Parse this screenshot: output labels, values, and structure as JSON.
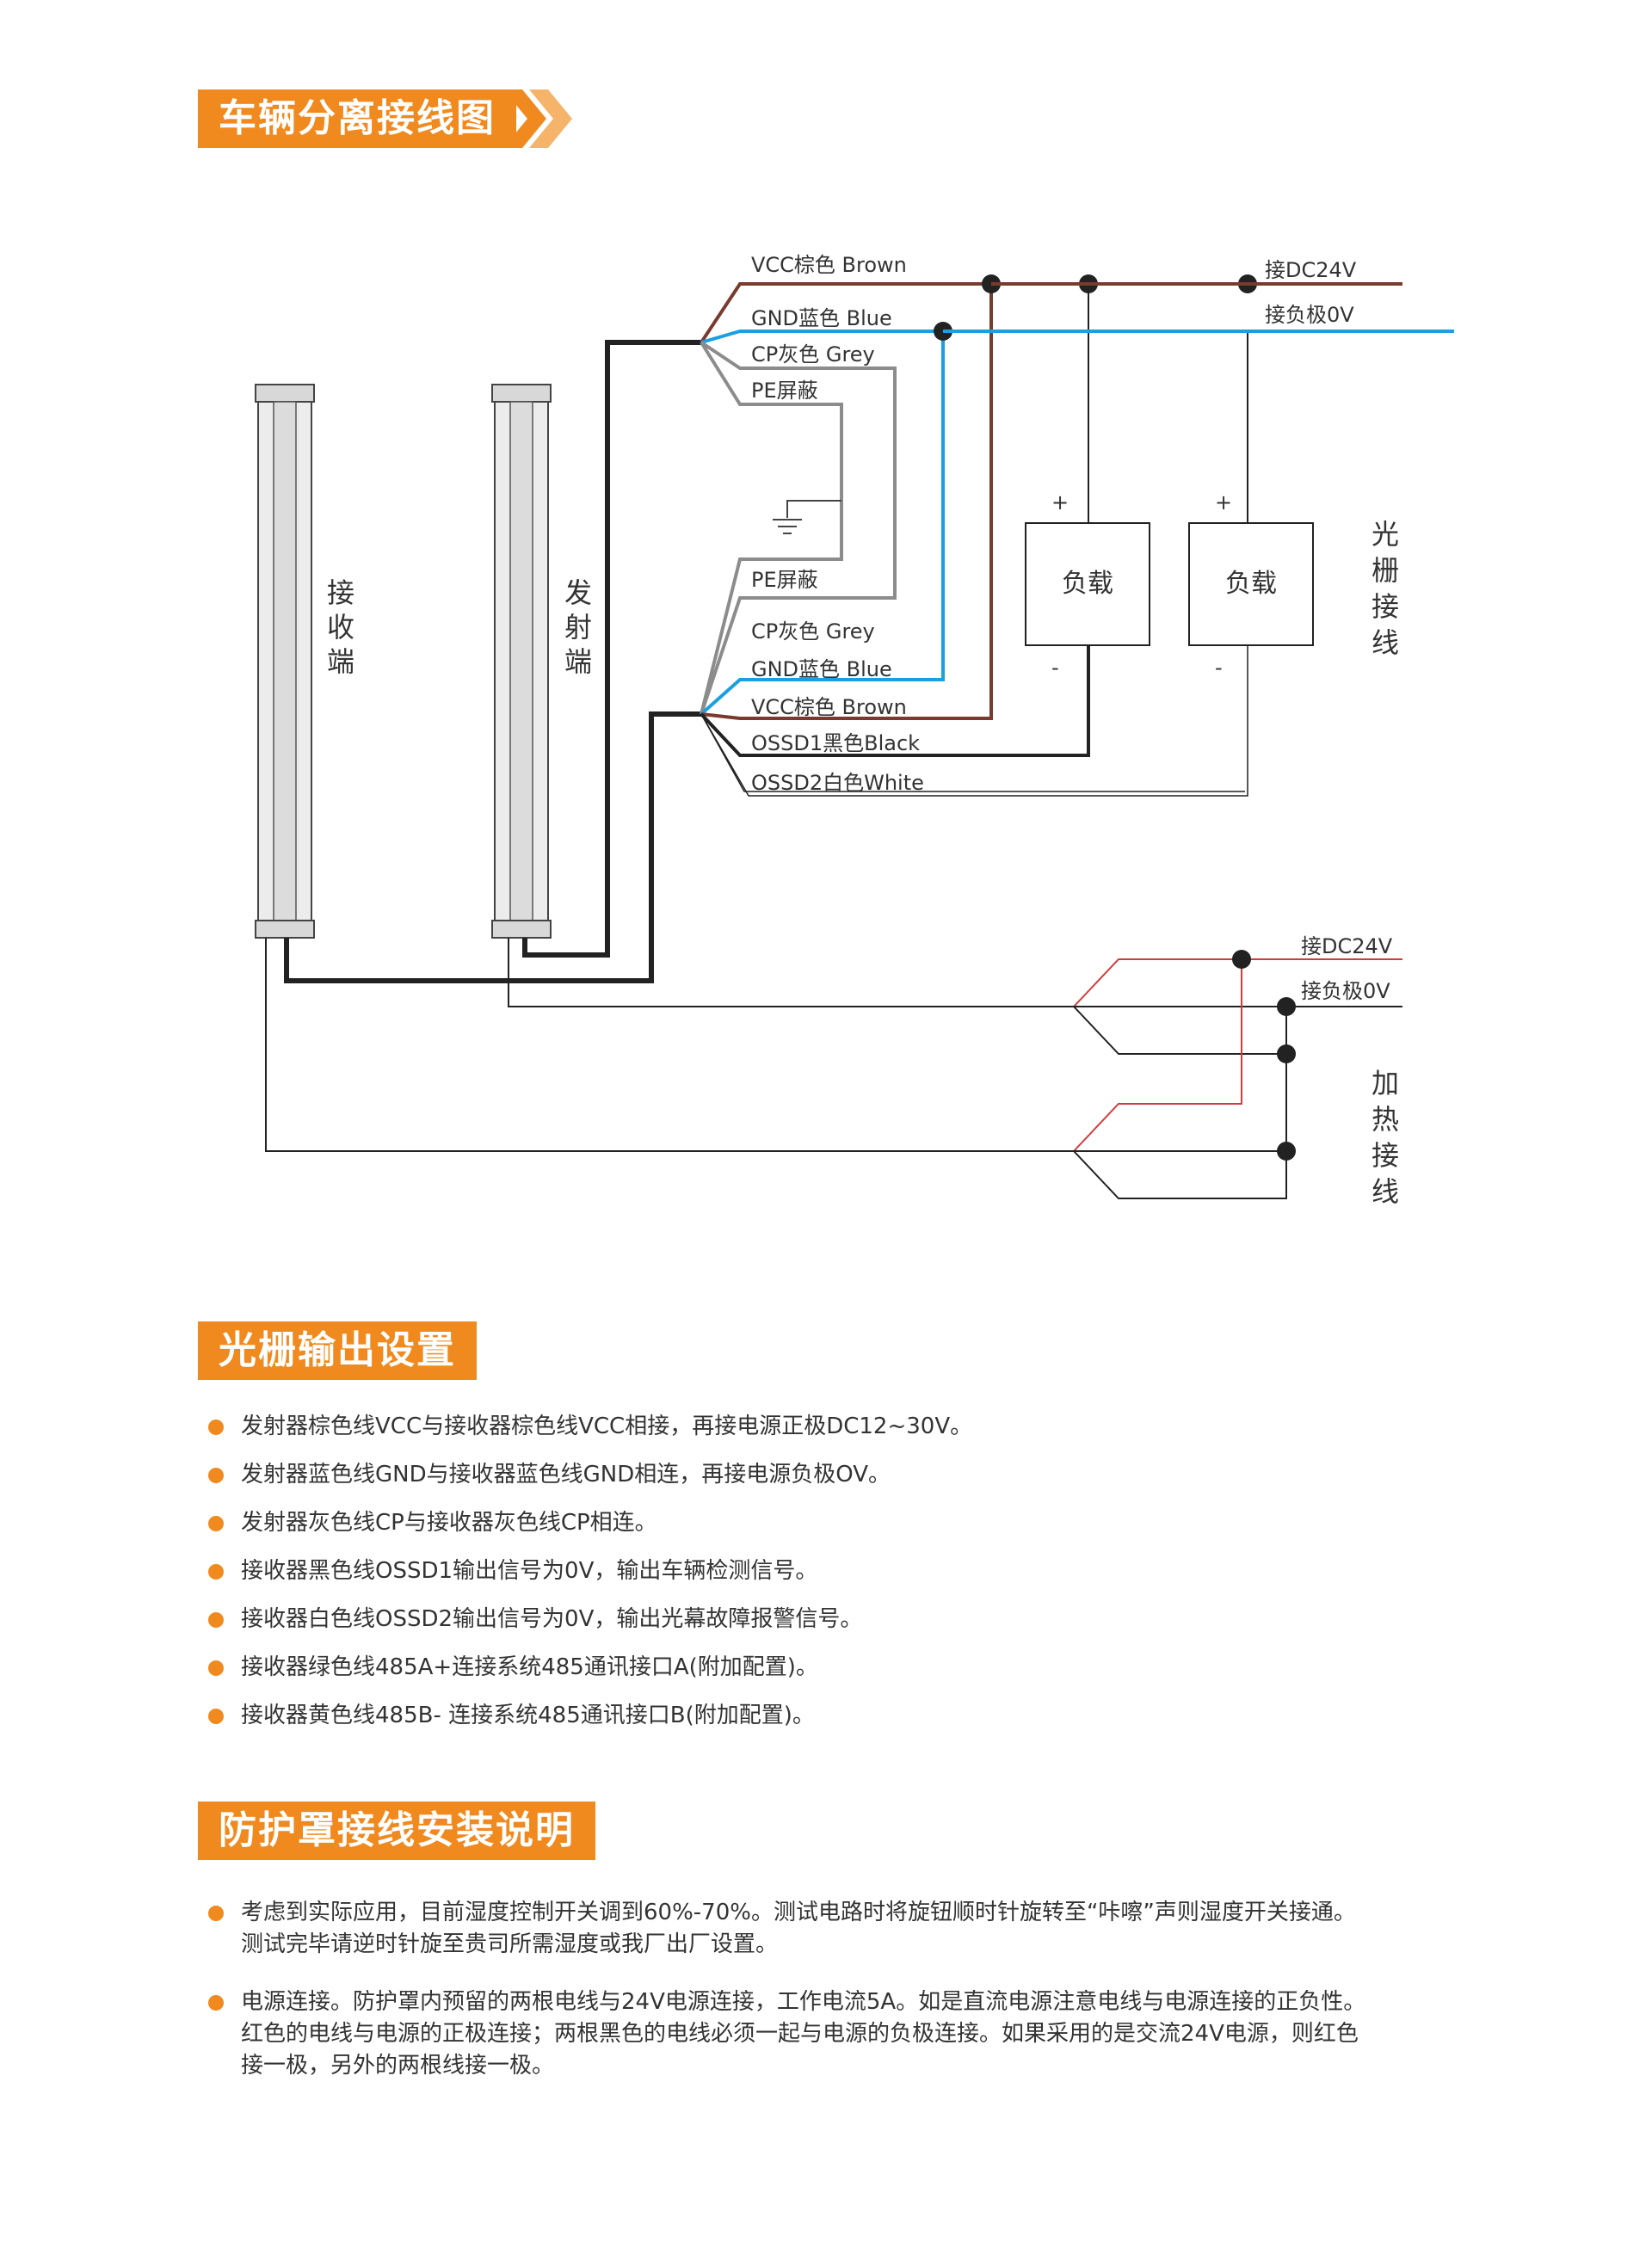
{
  "section1": {
    "title": "车辆分离接线图"
  },
  "section2": {
    "title": "光栅输出设置"
  },
  "section3": {
    "title": "防护罩接线安装说明"
  },
  "diagram": {
    "receiver_label": "接收端",
    "emitter_label": "发射端",
    "top_wires": {
      "vcc": "VCC棕色 Brown",
      "gnd": "GND蓝色 Blue",
      "cp": "CP灰色 Grey",
      "pe": "PE屏蔽"
    },
    "bottom_wires": {
      "pe": "PE屏蔽",
      "cp": "CP灰色 Grey",
      "gnd": "GND蓝色 Blue",
      "vcc": "VCC棕色 Brown",
      "ossd1": "OSSD1黑色Black",
      "ossd2": "OSSD2白色White"
    },
    "dc24v_top": "接DC24V",
    "neg0v_top": "接负极0V",
    "load1": "负载",
    "load2": "负载",
    "plus": "+",
    "minus": "-",
    "grating_wiring": "光栅接线",
    "dc24v_heat": "接DC24V",
    "neg0v_heat": "接负极0V",
    "heating_wiring": "加热接线",
    "colors": {
      "brown": "#7a3b2e",
      "blue": "#1aa0e0",
      "grey": "#8c8c8c",
      "black": "#222222",
      "red": "#d23b3b",
      "orange": "#f08a1f"
    }
  },
  "output_settings": [
    "发射器棕色线VCC与接收器棕色线VCC相接，再接电源正极DC12~30V。",
    "发射器蓝色线GND与接收器蓝色线GND相连，再接电源负极OV。",
    "发射器灰色线CP与接收器灰色线CP相连。",
    "接收器黑色线OSSD1输出信号为0V，输出车辆检测信号。",
    "接收器白色线OSSD2输出信号为0V，输出光幕故障报警信号。",
    "接收器绿色线485A+连接系统485通讯接口A(附加配置)。",
    "接收器黄色线485B- 连接系统485通讯接口B(附加配置)。"
  ],
  "install_notes": [
    "考虑到实际应用，目前湿度控制开关调到60%-70%。测试电路时将旋钮顺时针旋转至“咔嚓”声则湿度开关接通。测试完毕请逆时针旋至贵司所需湿度或我厂出厂设置。",
    "电源连接。防护罩内预留的两根电线与24V电源连接，工作电流5A。如是直流电源注意电线与电源连接的正负性。红色的电线与电源的正极连接；两根黑色的电线必须一起与电源的负极连接。如果采用的是交流24V电源，则红色接一极，另外的两根线接一极。"
  ]
}
